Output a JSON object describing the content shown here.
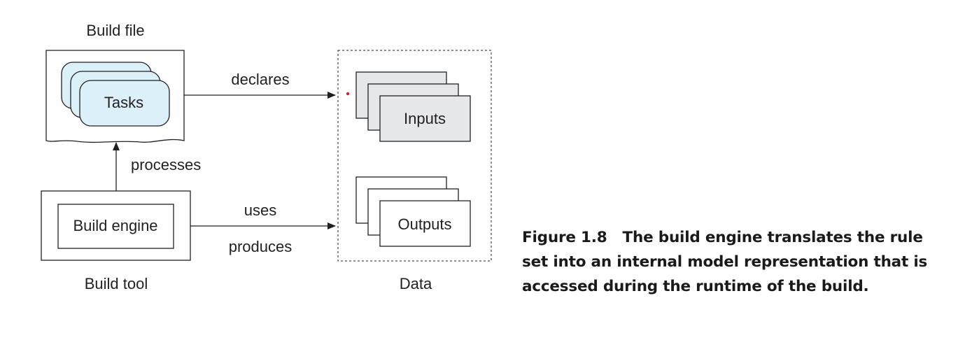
{
  "diagram": {
    "build_file_label": "Build file",
    "tasks_label": "Tasks",
    "declares_label": "declares",
    "processes_label": "processes",
    "build_engine_label": "Build engine",
    "build_tool_label": "Build tool",
    "uses_label": "uses",
    "produces_label": "produces",
    "inputs_label": "Inputs",
    "outputs_label": "Outputs",
    "data_label": "Data"
  },
  "caption": {
    "figure_number": "Figure 1.8",
    "text": "The build engine translates the rule set into an internal model representation that is accessed during the runtime of the build."
  },
  "colors": {
    "tasks_fill": "#dcf0f9",
    "inputs_fill": "#e6e7e8",
    "outputs_fill": "#ffffff",
    "stroke": "#231f20",
    "marker_dot": "#d2232a"
  }
}
